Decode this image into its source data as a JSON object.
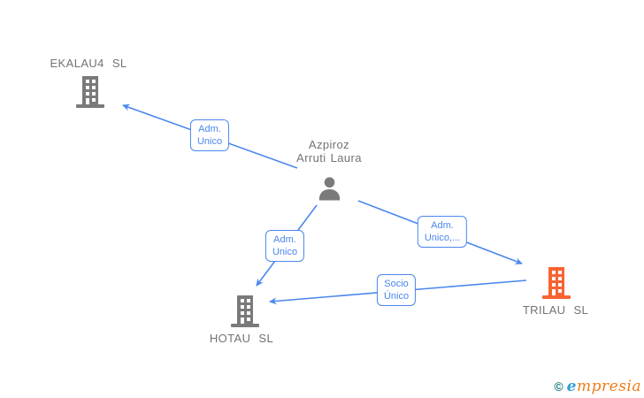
{
  "diagram": {
    "nodes": [
      {
        "id": "ekalau4-sl",
        "label": "EKALAU4 SL",
        "type": "company",
        "icon": "building-icon",
        "color": "#7a7a7a"
      },
      {
        "id": "azpiroz-arruti-laura",
        "label": "Azpiroz Arruti Laura",
        "lines": [
          "Azpiroz",
          "Arruti Laura"
        ],
        "type": "person",
        "icon": "person-icon",
        "color": "#7a7a7a"
      },
      {
        "id": "trilau-sl",
        "label": "TRILAU SL",
        "type": "company",
        "icon": "building-icon",
        "color": "#f96332",
        "highlighted": true
      },
      {
        "id": "hotau-sl",
        "label": "HOTAU SL",
        "type": "company",
        "icon": "building-icon",
        "color": "#7a7a7a"
      }
    ],
    "edges": [
      {
        "from": "azpiroz-arruti-laura",
        "to": "ekalau4-sl",
        "label": "Adm. Unico",
        "lines": [
          "Adm.",
          "Unico"
        ]
      },
      {
        "from": "azpiroz-arruti-laura",
        "to": "hotau-sl",
        "label": "Adm. Unico",
        "lines": [
          "Adm.",
          "Unico"
        ]
      },
      {
        "from": "azpiroz-arruti-laura",
        "to": "trilau-sl",
        "label": "Adm. Unico,...",
        "lines": [
          "Adm.",
          "Unico,..."
        ]
      },
      {
        "from": "trilau-sl",
        "to": "hotau-sl",
        "label": "Socio Único",
        "lines": [
          "Socio",
          "Único"
        ]
      }
    ],
    "colors": {
      "edge": "#4a87ee",
      "company_gray": "#7a7a7a",
      "company_highlight": "#f96332",
      "node_label": "#737373",
      "brand_teal": "#17787a",
      "brand_blue": "#2d9cdb",
      "brand_orange": "#ee7d1b"
    }
  },
  "footer": {
    "copyright_symbol": "©",
    "brand": "empresia",
    "brand_initial": "e",
    "brand_rest": "mpresia"
  }
}
